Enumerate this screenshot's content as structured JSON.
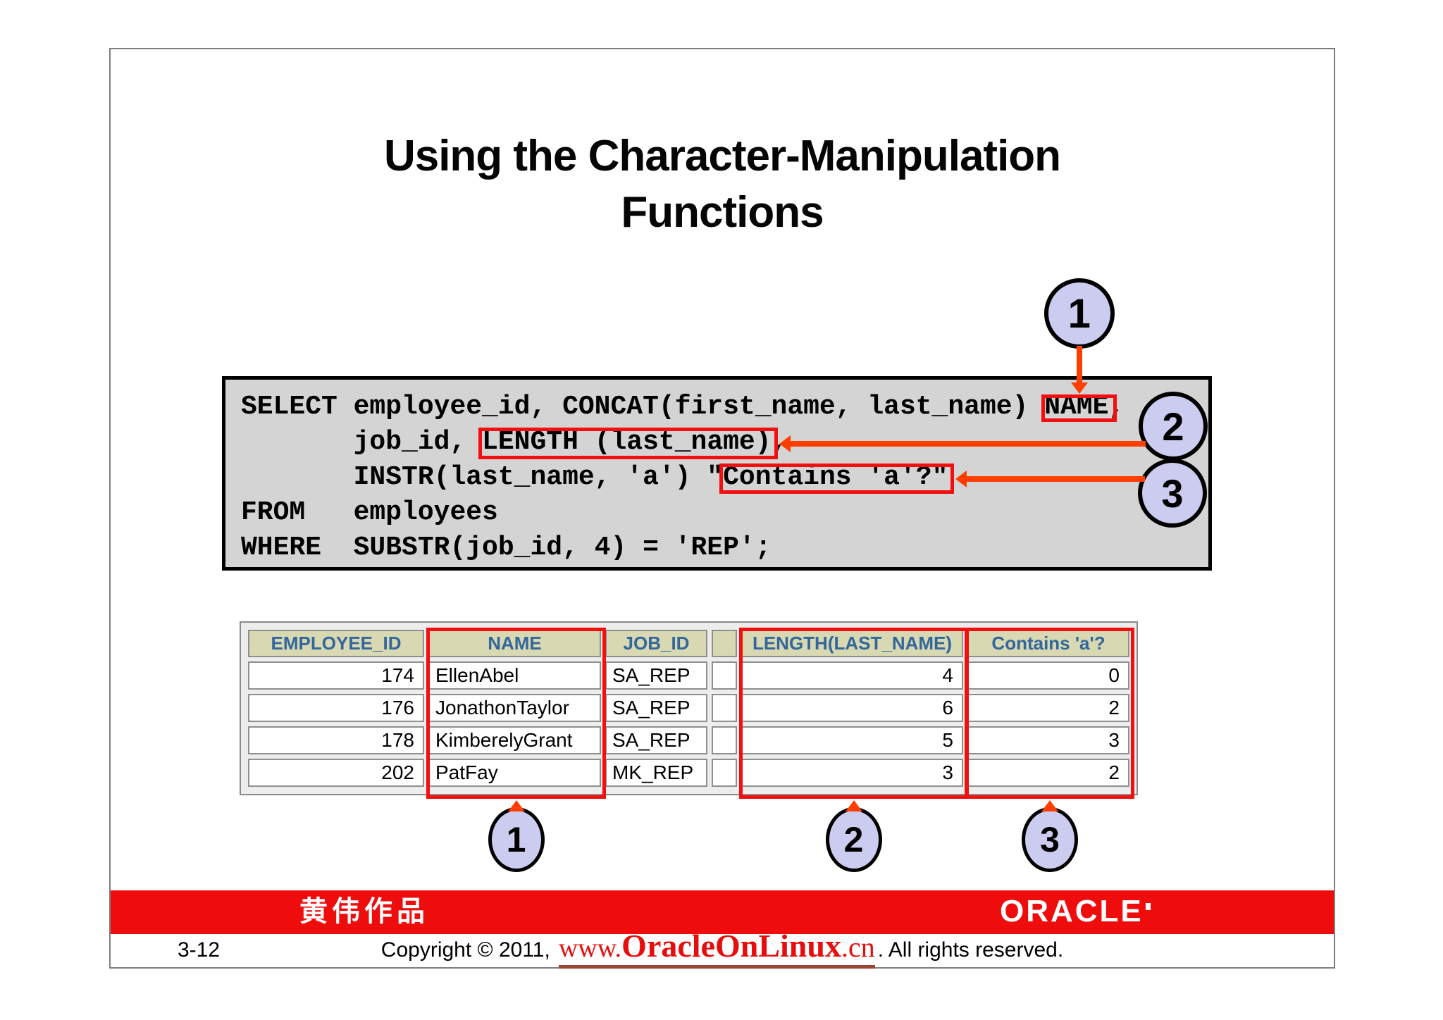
{
  "title": {
    "line1": "Using the Character-Manipulation",
    "line2": "Functions"
  },
  "sql": {
    "line1_pre": "SELECT employee_id, CONCAT(first_name, last_name) ",
    "line1_hl": "NAME",
    "line1_post": ",",
    "line2_pre": "       job_id, ",
    "line2_hl": "LENGTH (last_name)",
    "line2_post": ",",
    "line3_pre": "       INSTR(last_name, 'a') \"",
    "line3_hl": "Contains 'a'?\"",
    "line4": "FROM   employees",
    "line5": "WHERE  SUBSTR(job_id, 4) = 'REP';"
  },
  "callouts": {
    "one": "1",
    "two": "2",
    "three": "3"
  },
  "table": {
    "headers": [
      "EMPLOYEE_ID",
      "NAME",
      "JOB_ID",
      "",
      "LENGTH(LAST_NAME)",
      "Contains 'a'?"
    ],
    "rows": [
      [
        "174",
        "EllenAbel",
        "SA_REP",
        "",
        "4",
        "0"
      ],
      [
        "176",
        "JonathonTaylor",
        "SA_REP",
        "",
        "6",
        "2"
      ],
      [
        "178",
        "KimberelyGrant",
        "SA_REP",
        "",
        "5",
        "3"
      ],
      [
        "202",
        "PatFay",
        "MK_REP",
        "",
        "3",
        "2"
      ]
    ]
  },
  "footer": {
    "brand_cn": "黄伟作品",
    "oracle_logo": "ORACLE",
    "page_number": "3-12",
    "copyright_prefix": "Copyright © 2011,",
    "url_www": "www.",
    "url_main": "OracleOnLinux",
    "url_tld": ".cn",
    "copyright_suffix": ". All rights reserved."
  },
  "colors": {
    "band_red": "#ee0c0c",
    "annotation_red": "#f10f0f",
    "arrow_orange": "#ff3e00",
    "circle_fill": "#ccccf0",
    "header_bg": "#d8d8b2",
    "header_text_blue": "#33679b",
    "url_red": "#e60d0d",
    "url_underline": "#9a4433",
    "code_bg": "#d4d4d4"
  }
}
